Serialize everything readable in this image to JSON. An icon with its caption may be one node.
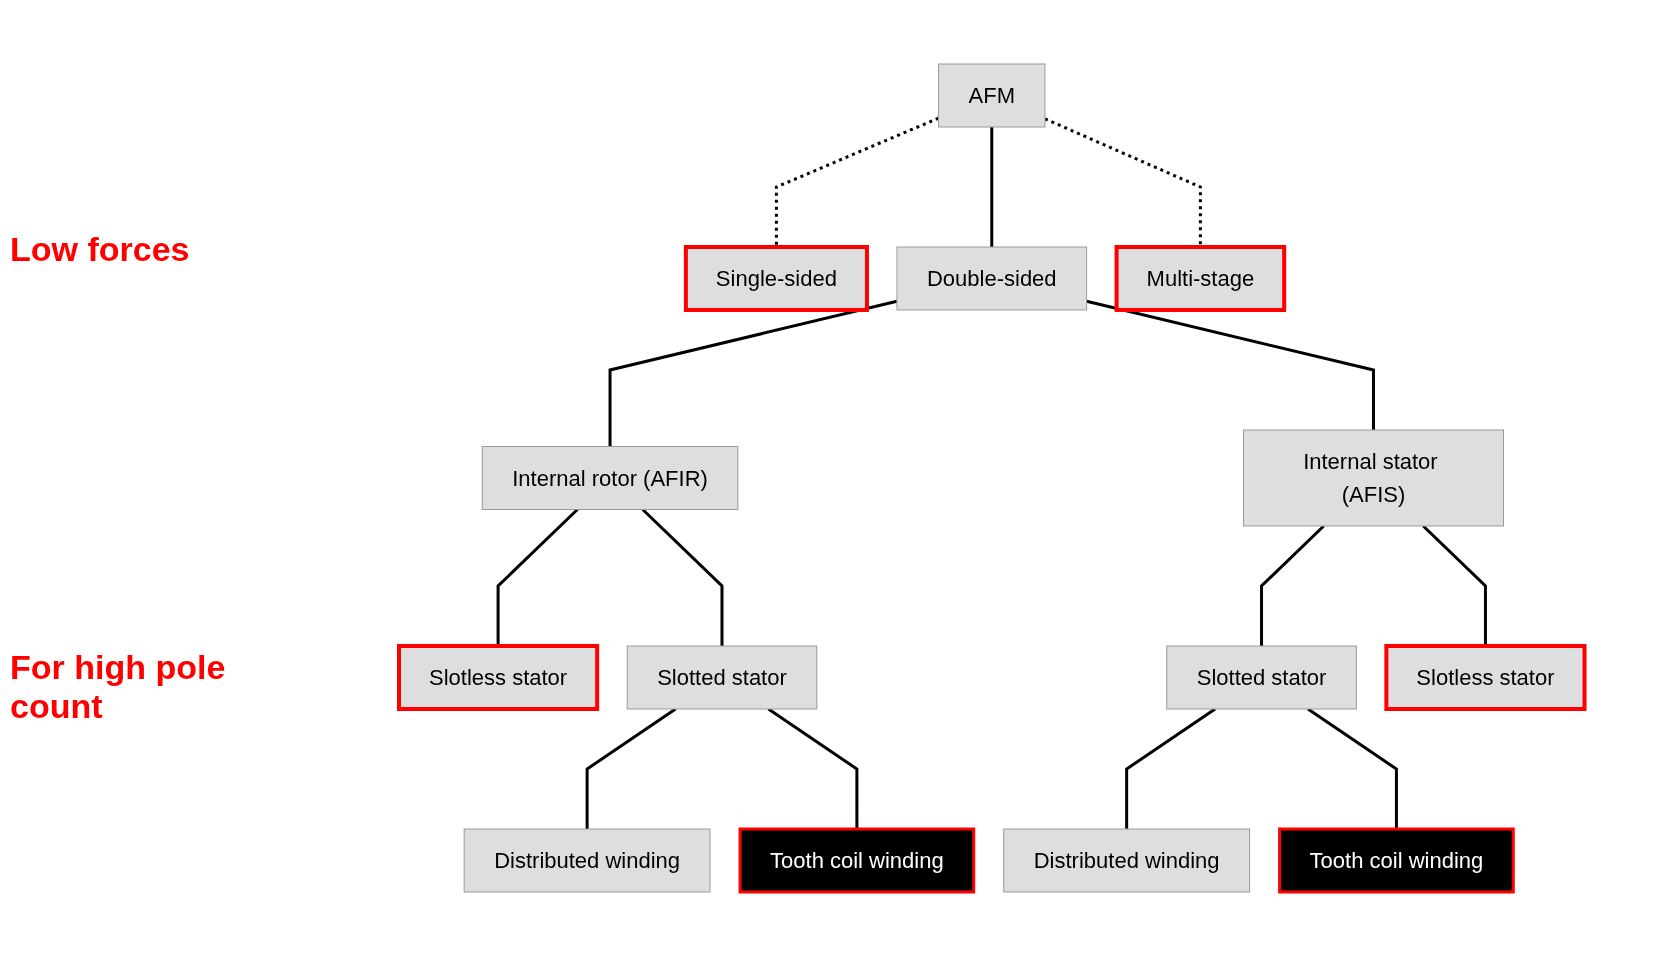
{
  "diagram": {
    "nodes": [
      {
        "text": [
          "AFM"
        ]
      },
      {
        "text": [
          "Single-sided"
        ]
      },
      {
        "text": [
          "Double-sided"
        ]
      },
      {
        "text": [
          "Multi-stage"
        ]
      },
      {
        "text": [
          "Internal rotor (AFIR)"
        ]
      },
      {
        "text": [
          "Internal stator (AFIS)"
        ]
      },
      {
        "text": [
          "Slotless stator"
        ]
      },
      {
        "text": [
          "Slotted stator"
        ]
      },
      {
        "text": [
          "Slotted stator"
        ]
      },
      {
        "text": [
          "Slotless stator"
        ]
      },
      {
        "text": [
          "Distributed winding"
        ]
      },
      {
        "text": [
          "Tooth coil winding"
        ]
      },
      {
        "text": [
          "Distributed winding"
        ]
      },
      {
        "text": [
          "Tooth coil winding"
        ]
      }
    ],
    "edges": [
      {
        "from": 0,
        "to": 1,
        "arrow": "none",
        "style": "dashed"
      },
      {
        "from": 0,
        "to": 2,
        "arrow": "none"
      },
      {
        "from": 0,
        "to": 3,
        "arrow": "none",
        "style": "dashed"
      },
      {
        "from": 2,
        "to": 4,
        "arrow": "none"
      },
      {
        "from": 2,
        "to": 5,
        "arrow": "none"
      },
      {
        "from": 4,
        "to": 6,
        "arrow": "none"
      },
      {
        "from": 4,
        "to": 7,
        "arrow": "none"
      },
      {
        "from": 5,
        "to": 8,
        "arrow": "none"
      },
      {
        "from": 5,
        "to": 9,
        "arrow": "none"
      },
      {
        "from": 7,
        "to": 10,
        "arrow": "none"
      },
      {
        "from": 7,
        "to": 11,
        "arrow": "none"
      },
      {
        "from": 8,
        "to": 12,
        "arrow": "none"
      },
      {
        "from": 8,
        "to": 13,
        "arrow": "none"
      }
    ],
    "labels": [
      "Low forces",
      "For high pole count"
    ]
  }
}
